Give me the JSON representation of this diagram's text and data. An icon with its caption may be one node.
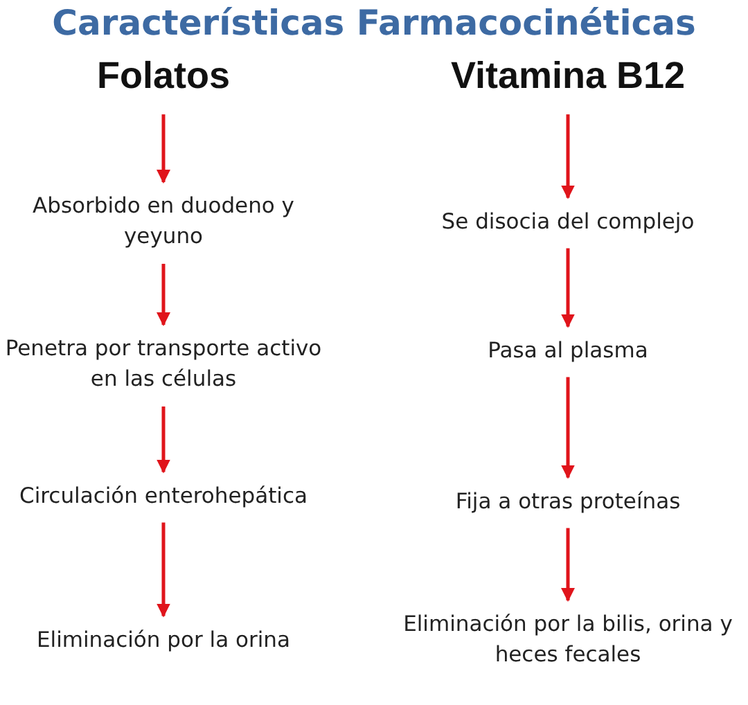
{
  "diagram": {
    "title": "Características Farmacocinéticas",
    "nodes": [
      {
        "text": [
          "Folatos"
        ]
      },
      {
        "text": [
          "Absorbido en duodeno y yeyuno"
        ]
      },
      {
        "text": [
          "Penetra por transporte activo en las células"
        ]
      },
      {
        "text": [
          "Circulación enterohepática"
        ]
      },
      {
        "text": [
          "Eliminación por la orina"
        ]
      },
      {
        "text": [
          "Vitamina B12"
        ]
      },
      {
        "text": [
          "Se disocia del complejo"
        ]
      },
      {
        "text": [
          "Pasa al plasma"
        ]
      },
      {
        "text": [
          "Fija a otras proteínas"
        ]
      },
      {
        "text": [
          "Eliminación por la bilis, orina y heces fecales"
        ]
      }
    ],
    "edges": [
      {
        "from": 0,
        "to": 1,
        "arrow": "to"
      },
      {
        "from": 1,
        "to": 2,
        "arrow": "to"
      },
      {
        "from": 2,
        "to": 3,
        "arrow": "to"
      },
      {
        "from": 3,
        "to": 4,
        "arrow": "to"
      },
      {
        "from": 5,
        "to": 6,
        "arrow": "to"
      },
      {
        "from": 6,
        "to": 7,
        "arrow": "to"
      },
      {
        "from": 7,
        "to": 8,
        "arrow": "to"
      },
      {
        "from": 8,
        "to": 9,
        "arrow": "to"
      }
    ]
  }
}
